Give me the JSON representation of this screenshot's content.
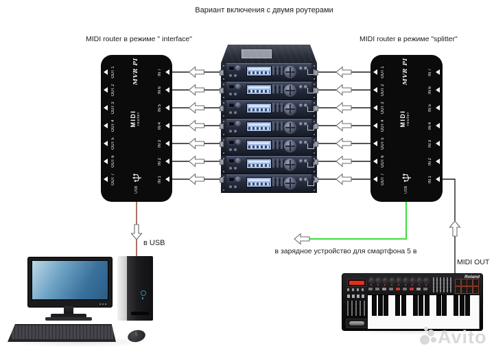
{
  "title": "Вариант включения с двумя роутерами",
  "left_router": {
    "caption": "MIDI router в режиме  \" interface\"",
    "brand": "MVR PI",
    "logo": {
      "top": "MIDI",
      "bottom": "router"
    },
    "usb_label": "USB",
    "out_ports": [
      "OUT 1",
      "OUT 2",
      "OUT 3",
      "OUT 4",
      "OUT 5",
      "OUT 6",
      "OUT 7"
    ],
    "in_ports": [
      "IN 7",
      "IN 6",
      "IN 5",
      "IN 4",
      "IN 3",
      "IN 2",
      "IN 1"
    ]
  },
  "right_router": {
    "caption": "MIDI router в режиме  \"splitter\"",
    "brand": "MVR PI",
    "logo": {
      "top": "MIDI",
      "bottom": "router"
    },
    "usb_label": "USB",
    "out_ports": [
      "OUT 1",
      "OUT 2",
      "OUT 3",
      "OUT 4",
      "OUT 5",
      "OUT 6",
      "OUT 7"
    ],
    "in_ports": [
      "IN 7",
      "IN 6",
      "IN 5",
      "IN 4",
      "IN 3",
      "IN 2",
      "IN 1"
    ]
  },
  "rack": {
    "unit_count": 7
  },
  "labels": {
    "usb": "в USB",
    "charger": "в зарядное устройство для смартфона 5 в",
    "midi_out": "MIDI OUT"
  },
  "synth": {
    "brand": "Roland",
    "white_keys": 19,
    "pads": 8,
    "knobs": 9
  },
  "colors": {
    "usb_line": "#8c4338",
    "charger_line": "#3bdd3b",
    "midi_line": "#1c1c1c",
    "wire": "#1b1b1b",
    "router_bg": "#0b0b0b"
  },
  "watermark": "Avito"
}
